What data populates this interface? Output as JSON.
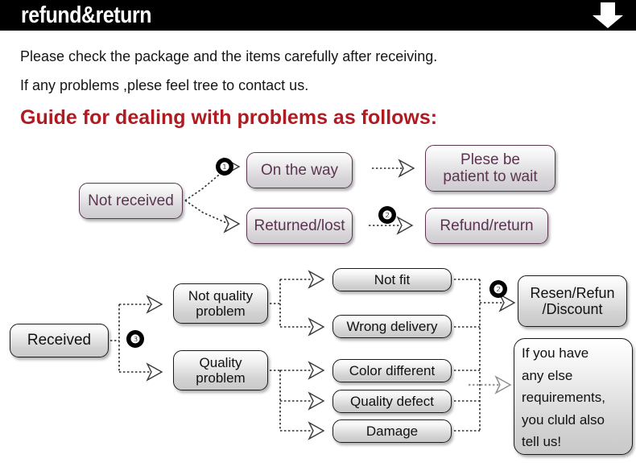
{
  "header": {
    "title": "refund&return",
    "arrow_icon": "down-arrow-icon"
  },
  "intro": {
    "line1": "Please check the package and the items carefully after receiving.",
    "line2": "If any problems ,plese feel tree to contact us.",
    "heading": "Guide for dealing with problems as follows:",
    "heading_color": "#b01b22"
  },
  "flow_not_received": {
    "source": "Not received",
    "branch_badge": "❶",
    "options": [
      {
        "label": "On the way",
        "result_badge": "",
        "result": "Plese be\npatient to wait"
      },
      {
        "label": "Returned/lost",
        "result_badge": "❷",
        "result": "Refund/return"
      }
    ],
    "on_the_way": "On the way",
    "returned_lost": "Returned/lost",
    "patient_wait_line1": "Plese be",
    "patient_wait_line2": "patient to wait",
    "refund_return": "Refund/return"
  },
  "flow_received": {
    "source": "Received",
    "branch_badge": "❸",
    "merge_badge": "❷",
    "not_quality_line1": "Not quality",
    "not_quality_line2": "problem",
    "quality_line1": "Quality",
    "quality_line2": "problem",
    "issues_not_quality": [
      "Not fit",
      "Wrong delivery"
    ],
    "issues_quality": [
      "Color different",
      "Quality defect",
      "Damage"
    ],
    "not_fit": "Not fit",
    "wrong_delivery": "Wrong delivery",
    "color_different": "Color different",
    "quality_defect": "Quality defect",
    "damage": "Damage",
    "resend_line1": "Resen/Refun",
    "resend_line2": "/Discount",
    "note_lines": [
      "If you have",
      "any else",
      "requirements,",
      "you cluld also",
      "tell us!"
    ],
    "note_line1": "If you have",
    "note_line2": "any else",
    "note_line3": "requirements,",
    "note_line4": "you cluld also",
    "note_line5": "tell us!"
  },
  "colors": {
    "header_bg": "#000000",
    "header_text": "#ffffff",
    "accent_red": "#b01b22",
    "purple_text": "#5b3550",
    "box_border_dark": "#1a1a1a",
    "connector": "#2b2b2b"
  }
}
